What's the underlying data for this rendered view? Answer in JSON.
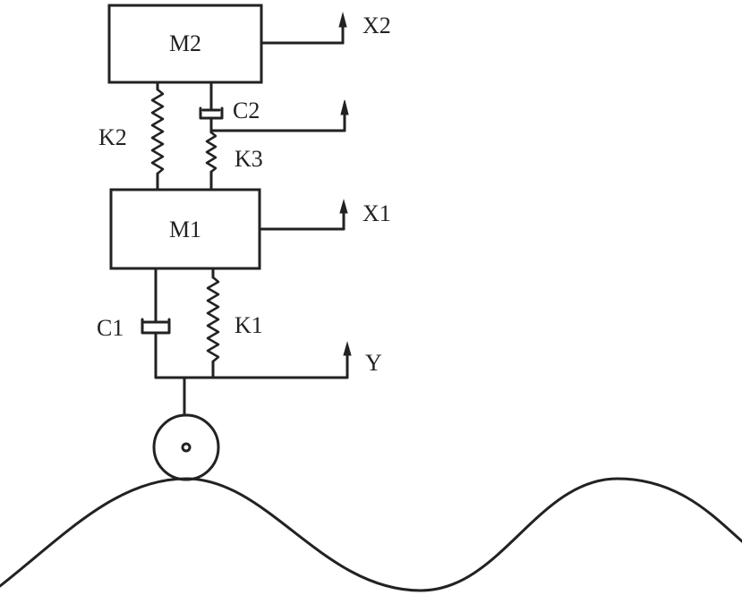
{
  "diagram": {
    "masses": {
      "upper": "M2",
      "lower": "M1"
    },
    "labels": {
      "x2": "X2",
      "x1": "X1",
      "y": "Y",
      "k1": "K1",
      "k2": "K2",
      "k3": "K3",
      "c1": "C1",
      "c2": "C2"
    },
    "colors": {
      "stroke": "#222222",
      "background": "#ffffff"
    }
  }
}
